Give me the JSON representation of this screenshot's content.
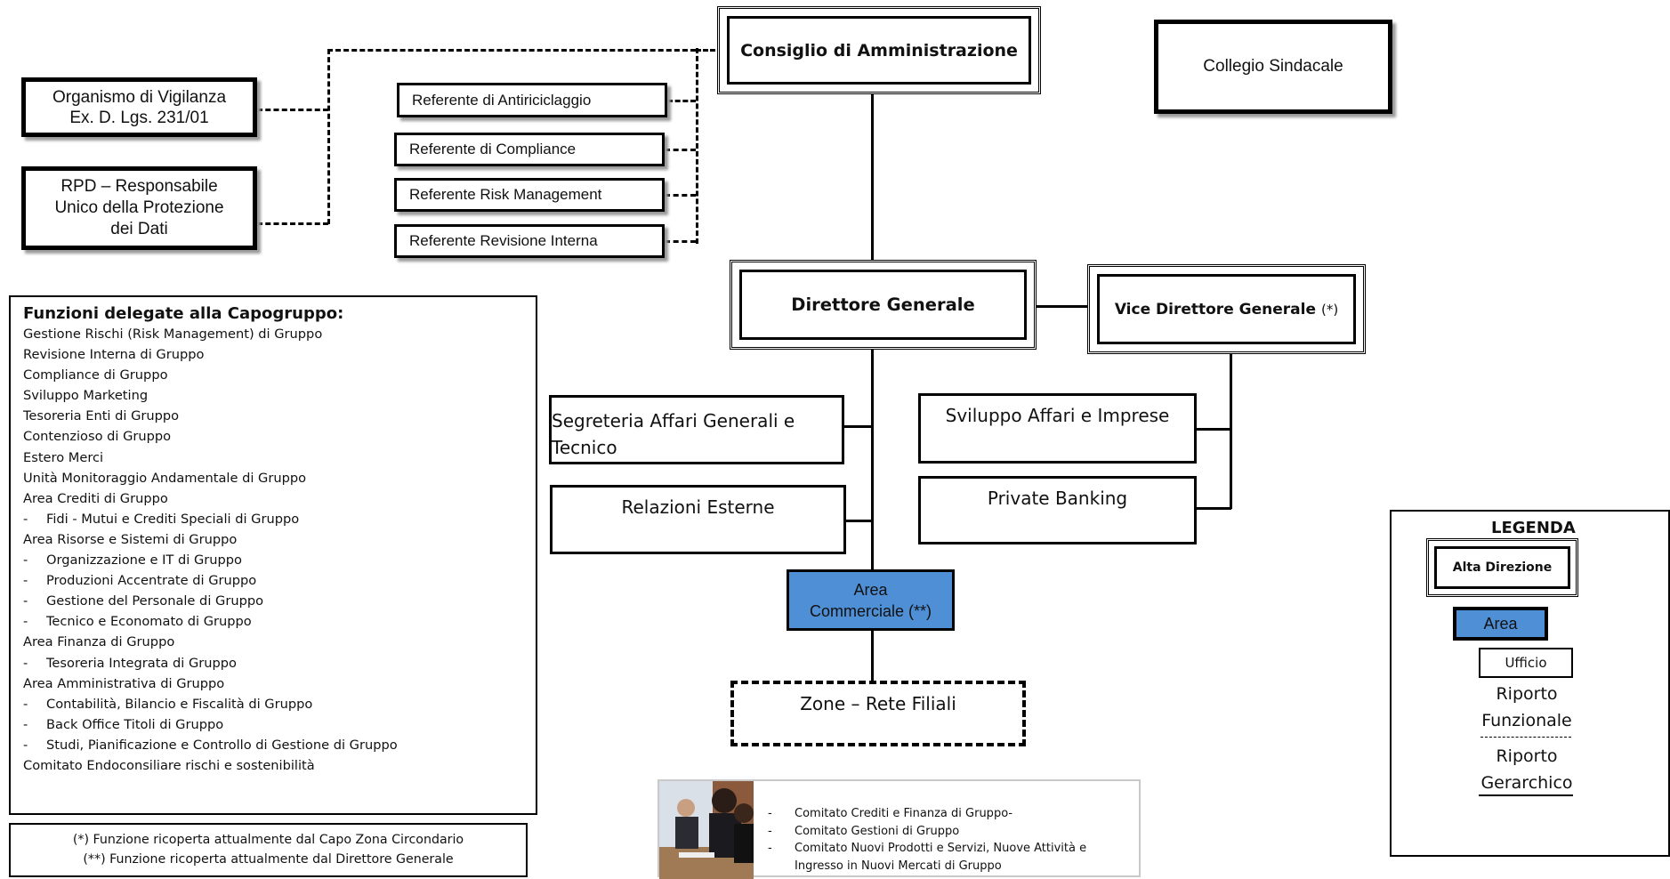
{
  "cda": "Consiglio di Amministrazione",
  "collegio": "Collegio Sindacale",
  "odv": {
    "line1": "Organismo di Vigilanza",
    "line2": "Ex. D. Lgs. 231/01"
  },
  "rpd": {
    "line1": "RPD – Responsabile",
    "line2": "Unico della Protezione",
    "line3": "dei Dati"
  },
  "referenti": [
    "Referente di Antiriciclaggio",
    "Referente di Compliance",
    "Referente Risk Management",
    "Referente Revisione Interna"
  ],
  "dg": "Direttore Generale",
  "vdg": {
    "label": "Vice Direttore Generale",
    "mark": "(*)"
  },
  "offices": {
    "segreteria": {
      "line1": "Segreteria Affari Generali e",
      "line2": "Tecnico"
    },
    "relazioni": "Relazioni Esterne",
    "sviluppo": "Sviluppo Affari e Imprese",
    "private": "Private Banking"
  },
  "area_commerciale": {
    "line1": "Area",
    "line2": "Commerciale (**)"
  },
  "zone": "Zone – Rete Filiali",
  "funzioni": {
    "title": "Funzioni delegate alla Capogruppo:",
    "items": [
      {
        "text": "Gestione Rischi (Risk Management) di Gruppo",
        "sub": false
      },
      {
        "text": "Revisione Interna di Gruppo",
        "sub": false
      },
      {
        "text": "Compliance di Gruppo",
        "sub": false
      },
      {
        "text": "Sviluppo Marketing",
        "sub": false
      },
      {
        "text": "Tesoreria Enti di Gruppo",
        "sub": false
      },
      {
        "text": "Contenzioso di Gruppo",
        "sub": false
      },
      {
        "text": "Estero Merci",
        "sub": false
      },
      {
        "text": "Unità Monitoraggio Andamentale di Gruppo",
        "sub": false
      },
      {
        "text": "Area Crediti di Gruppo",
        "sub": false
      },
      {
        "text": "Fidi - Mutui e Crediti Speciali di Gruppo",
        "sub": true
      },
      {
        "text": "Area Risorse e Sistemi di Gruppo",
        "sub": false
      },
      {
        "text": "Organizzazione e IT di Gruppo",
        "sub": true
      },
      {
        "text": "Produzioni Accentrate di Gruppo",
        "sub": true
      },
      {
        "text": "Gestione del Personale di Gruppo",
        "sub": true
      },
      {
        "text": "Tecnico e Economato di Gruppo",
        "sub": true
      },
      {
        "text": "Area Finanza di Gruppo",
        "sub": false
      },
      {
        "text": "Tesoreria Integrata di Gruppo",
        "sub": true
      },
      {
        "text": "Area Amministrativa di Gruppo",
        "sub": false
      },
      {
        "text": "Contabilità, Bilancio e Fiscalità di Gruppo",
        "sub": true
      },
      {
        "text": "Back Office Titoli di Gruppo",
        "sub": true
      },
      {
        "text": "Studi, Pianificazione e Controllo di Gestione di Gruppo",
        "sub": true
      },
      {
        "text": "Comitato Endoconsiliare rischi e sostenibilità",
        "sub": false
      }
    ]
  },
  "notes": {
    "line1": "(*) Funzione ricoperta attualmente dal Capo Zona Circondario",
    "line2": "(**) Funzione ricoperta attualmente dal Direttore Generale"
  },
  "comitati": [
    "Comitato Crediti e Finanza di Gruppo-",
    "Comitato Gestioni di Gruppo",
    "Comitato Nuovi Prodotti e Servizi, Nuove Attività e Ingresso in Nuovi Mercati di Gruppo"
  ],
  "legenda": {
    "title": "LEGENDA",
    "alta": "Alta Direzione",
    "area": "Area",
    "ufficio": "Ufficio",
    "funzionale": {
      "line1": "Riporto",
      "line2": "Funzionale"
    },
    "gerarchico": {
      "line1": "Riporto",
      "line2": "Gerarchico"
    }
  },
  "colors": {
    "area_fill": "#4f8fd6",
    "line": "#000000"
  }
}
